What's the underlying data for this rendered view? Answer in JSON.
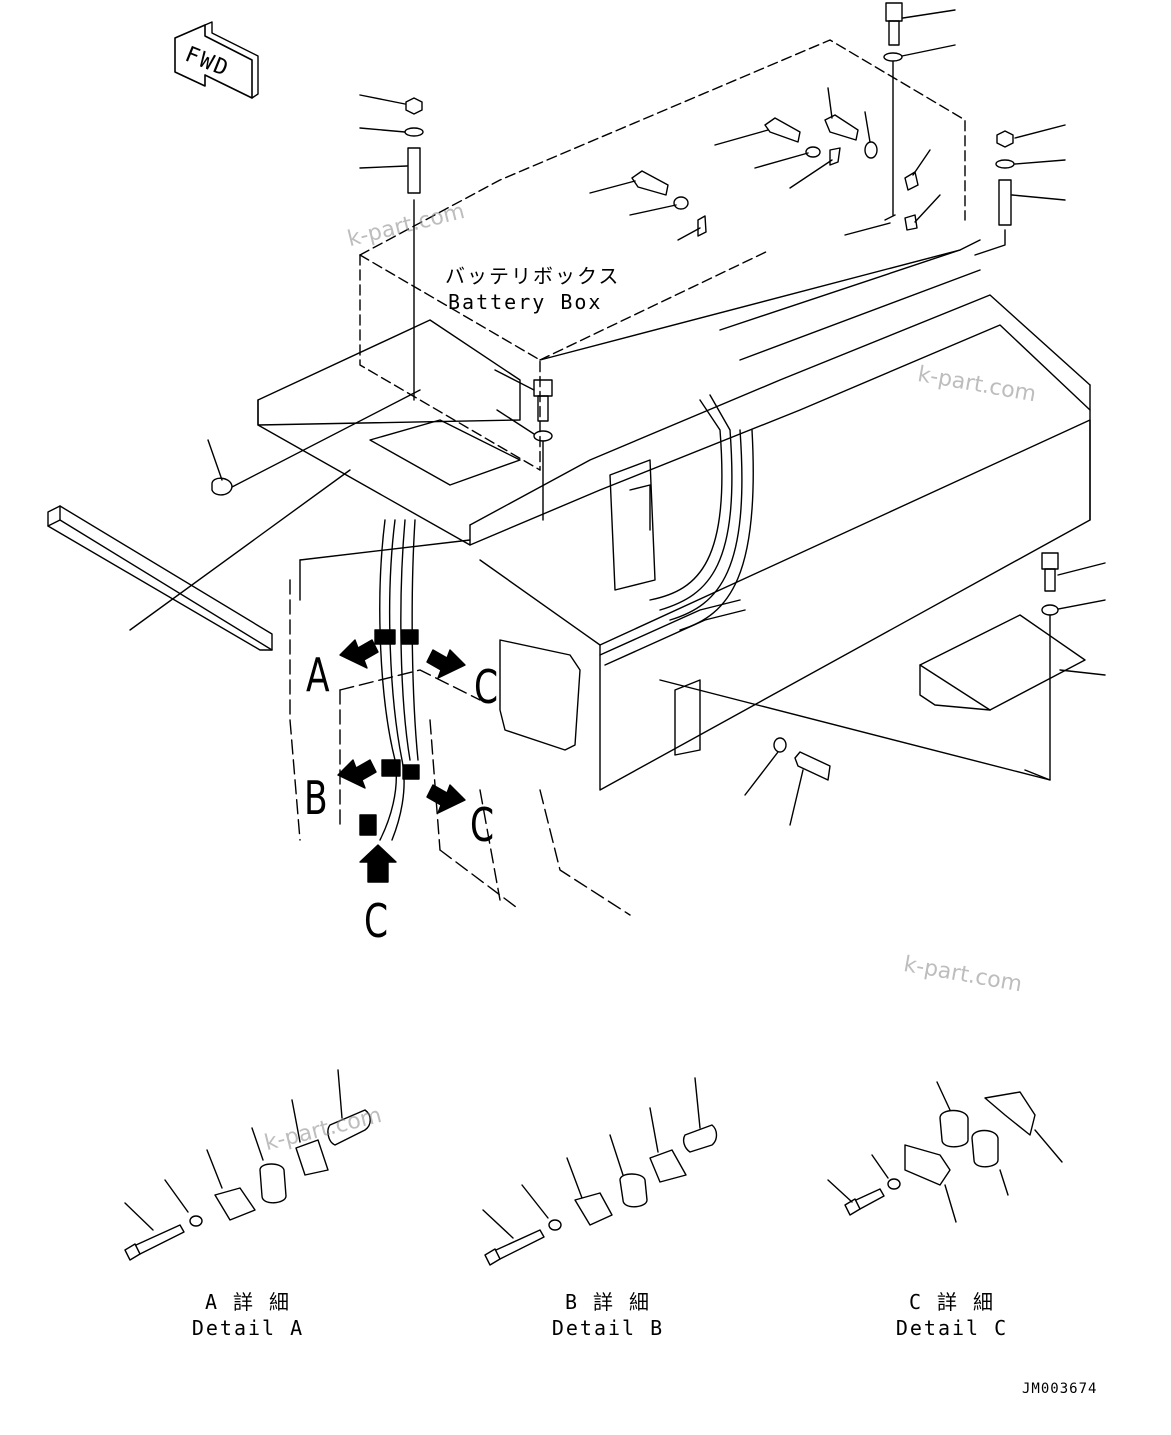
{
  "direction_arrow": {
    "label": "FWD"
  },
  "battery_box": {
    "label_jp": "バッテリボックス",
    "label_en": "Battery Box"
  },
  "view_markers": {
    "a": "A",
    "b": "B",
    "c": "C"
  },
  "details": [
    {
      "label_jp": "A 詳 細",
      "label_en": "Detail A"
    },
    {
      "label_jp": "B 詳 細",
      "label_en": "Detail B"
    },
    {
      "label_jp": "C 詳 細",
      "label_en": "Detail C"
    }
  ],
  "watermarks": [
    "k-part.com",
    "k-part.com",
    "k-part.com",
    "k-part.com"
  ],
  "document_id": "JM003674"
}
